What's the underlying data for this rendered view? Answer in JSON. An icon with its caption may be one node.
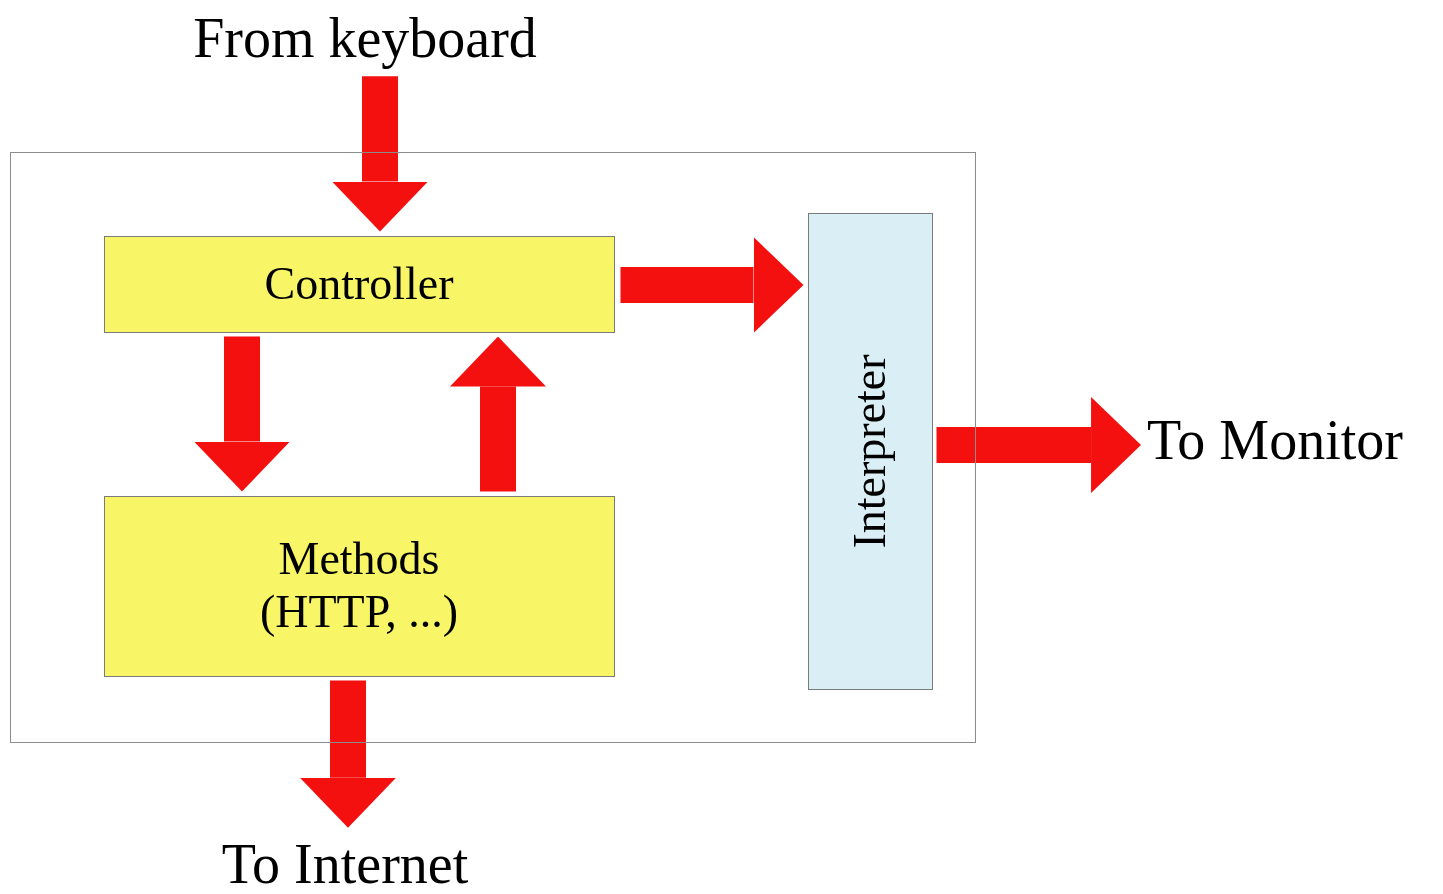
{
  "diagram": {
    "nodes": [
      {
        "text": [],
        "shape": "box"
      },
      {
        "text": [
          "From keyboard"
        ]
      },
      {
        "text": [
          "Controller"
        ],
        "in": 0
      },
      {
        "text": [
          "Methods (HTTP, ...)"
        ],
        "in": 0
      },
      {
        "text": [
          "Interpreter"
        ],
        "in": 0
      },
      {
        "text": [
          "To Monitor"
        ]
      },
      {
        "text": [
          "To Internet"
        ]
      }
    ],
    "edges": [
      {
        "from": 1,
        "to": 2,
        "arrow": "to"
      },
      {
        "from": 2,
        "to": 3,
        "arrow": "to"
      },
      {
        "from": 3,
        "to": 2,
        "arrow": "to"
      },
      {
        "from": 2,
        "to": 4,
        "arrow": "to"
      },
      {
        "from": 4,
        "to": 5,
        "arrow": "to"
      },
      {
        "from": 3,
        "to": 6,
        "arrow": "to"
      }
    ]
  }
}
